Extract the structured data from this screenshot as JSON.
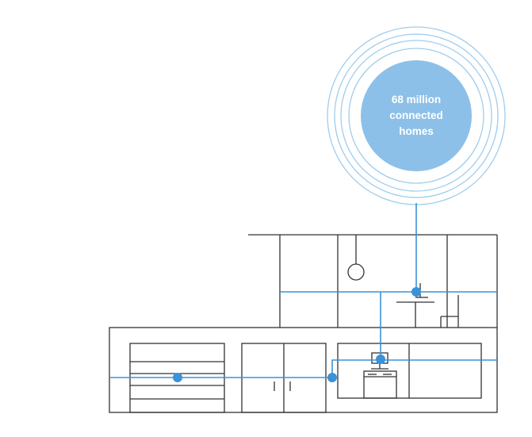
{
  "hub": {
    "lines": [
      "68 million",
      "connected",
      "homes"
    ]
  },
  "colors": {
    "accent": "#3a93d8",
    "bubble_fill": "#8cc0e8",
    "ring": "#9fcdee",
    "house_stroke": "#333333"
  }
}
